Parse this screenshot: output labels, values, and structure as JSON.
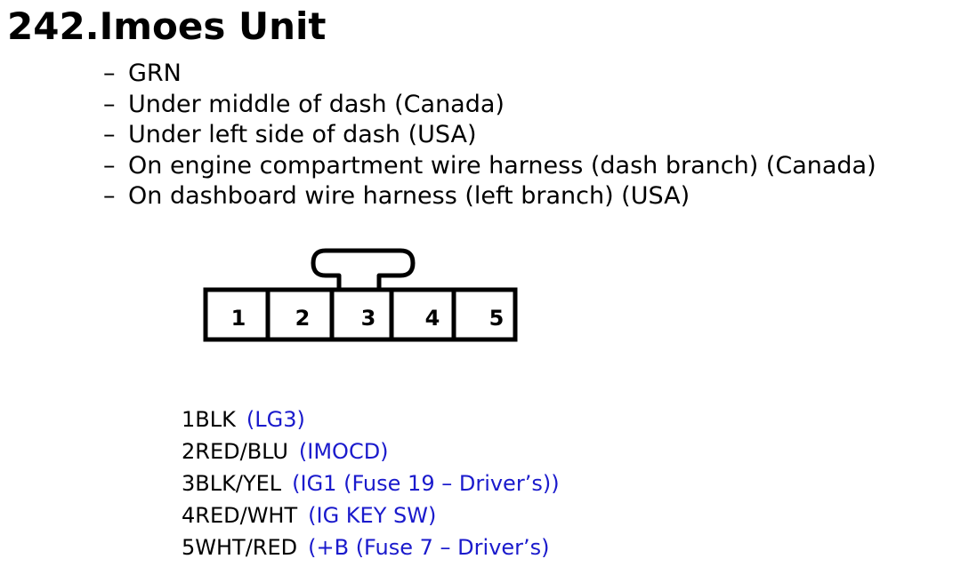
{
  "title": "242.Imoes Unit",
  "bullet_marker": "–",
  "notes": [
    "GRN",
    "Under middle of dash (Canada)",
    "Under left side of dash (USA)",
    "On engine compartment wire harness (dash branch) (Canada)",
    "On dashboard wire harness (left branch) (USA)"
  ],
  "connector": {
    "terminals": [
      "1",
      "2",
      "3",
      "4",
      "5"
    ]
  },
  "pins": [
    {
      "number": "1",
      "wire": "BLK",
      "function": "(LG3)"
    },
    {
      "number": "2",
      "wire": "RED/BLU",
      "function": "(IMOCD)"
    },
    {
      "number": "3",
      "wire": "BLK/YEL",
      "function": "(IG1 (Fuse 19 – Driver’s))"
    },
    {
      "number": "4",
      "wire": "RED/WHT",
      "function": "(IG KEY SW)"
    },
    {
      "number": "5",
      "wire": "WHT/RED",
      "function": "(+B (Fuse 7 – Driver’s)"
    }
  ],
  "colors": {
    "text": "#000000",
    "function_text": "#1a1acc",
    "background": "#ffffff"
  }
}
